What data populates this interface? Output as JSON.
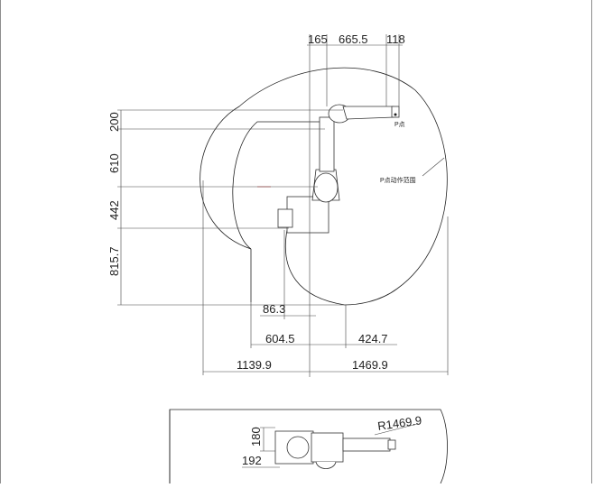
{
  "side_view": {
    "top_dims": [
      "165",
      "665.5",
      "118"
    ],
    "left_dims": [
      "200",
      "610",
      "442",
      "815.7"
    ],
    "bottom_dims": {
      "d86": "86.3",
      "d604": "604.5",
      "d424": "424.7",
      "d1139": "1139.9",
      "d1469": "1469.9"
    },
    "p_point_label": "P点",
    "range_label": "P点动作范围"
  },
  "top_view": {
    "radius_label": "R1469.9",
    "dim_180": "180",
    "dim_192": "192"
  }
}
